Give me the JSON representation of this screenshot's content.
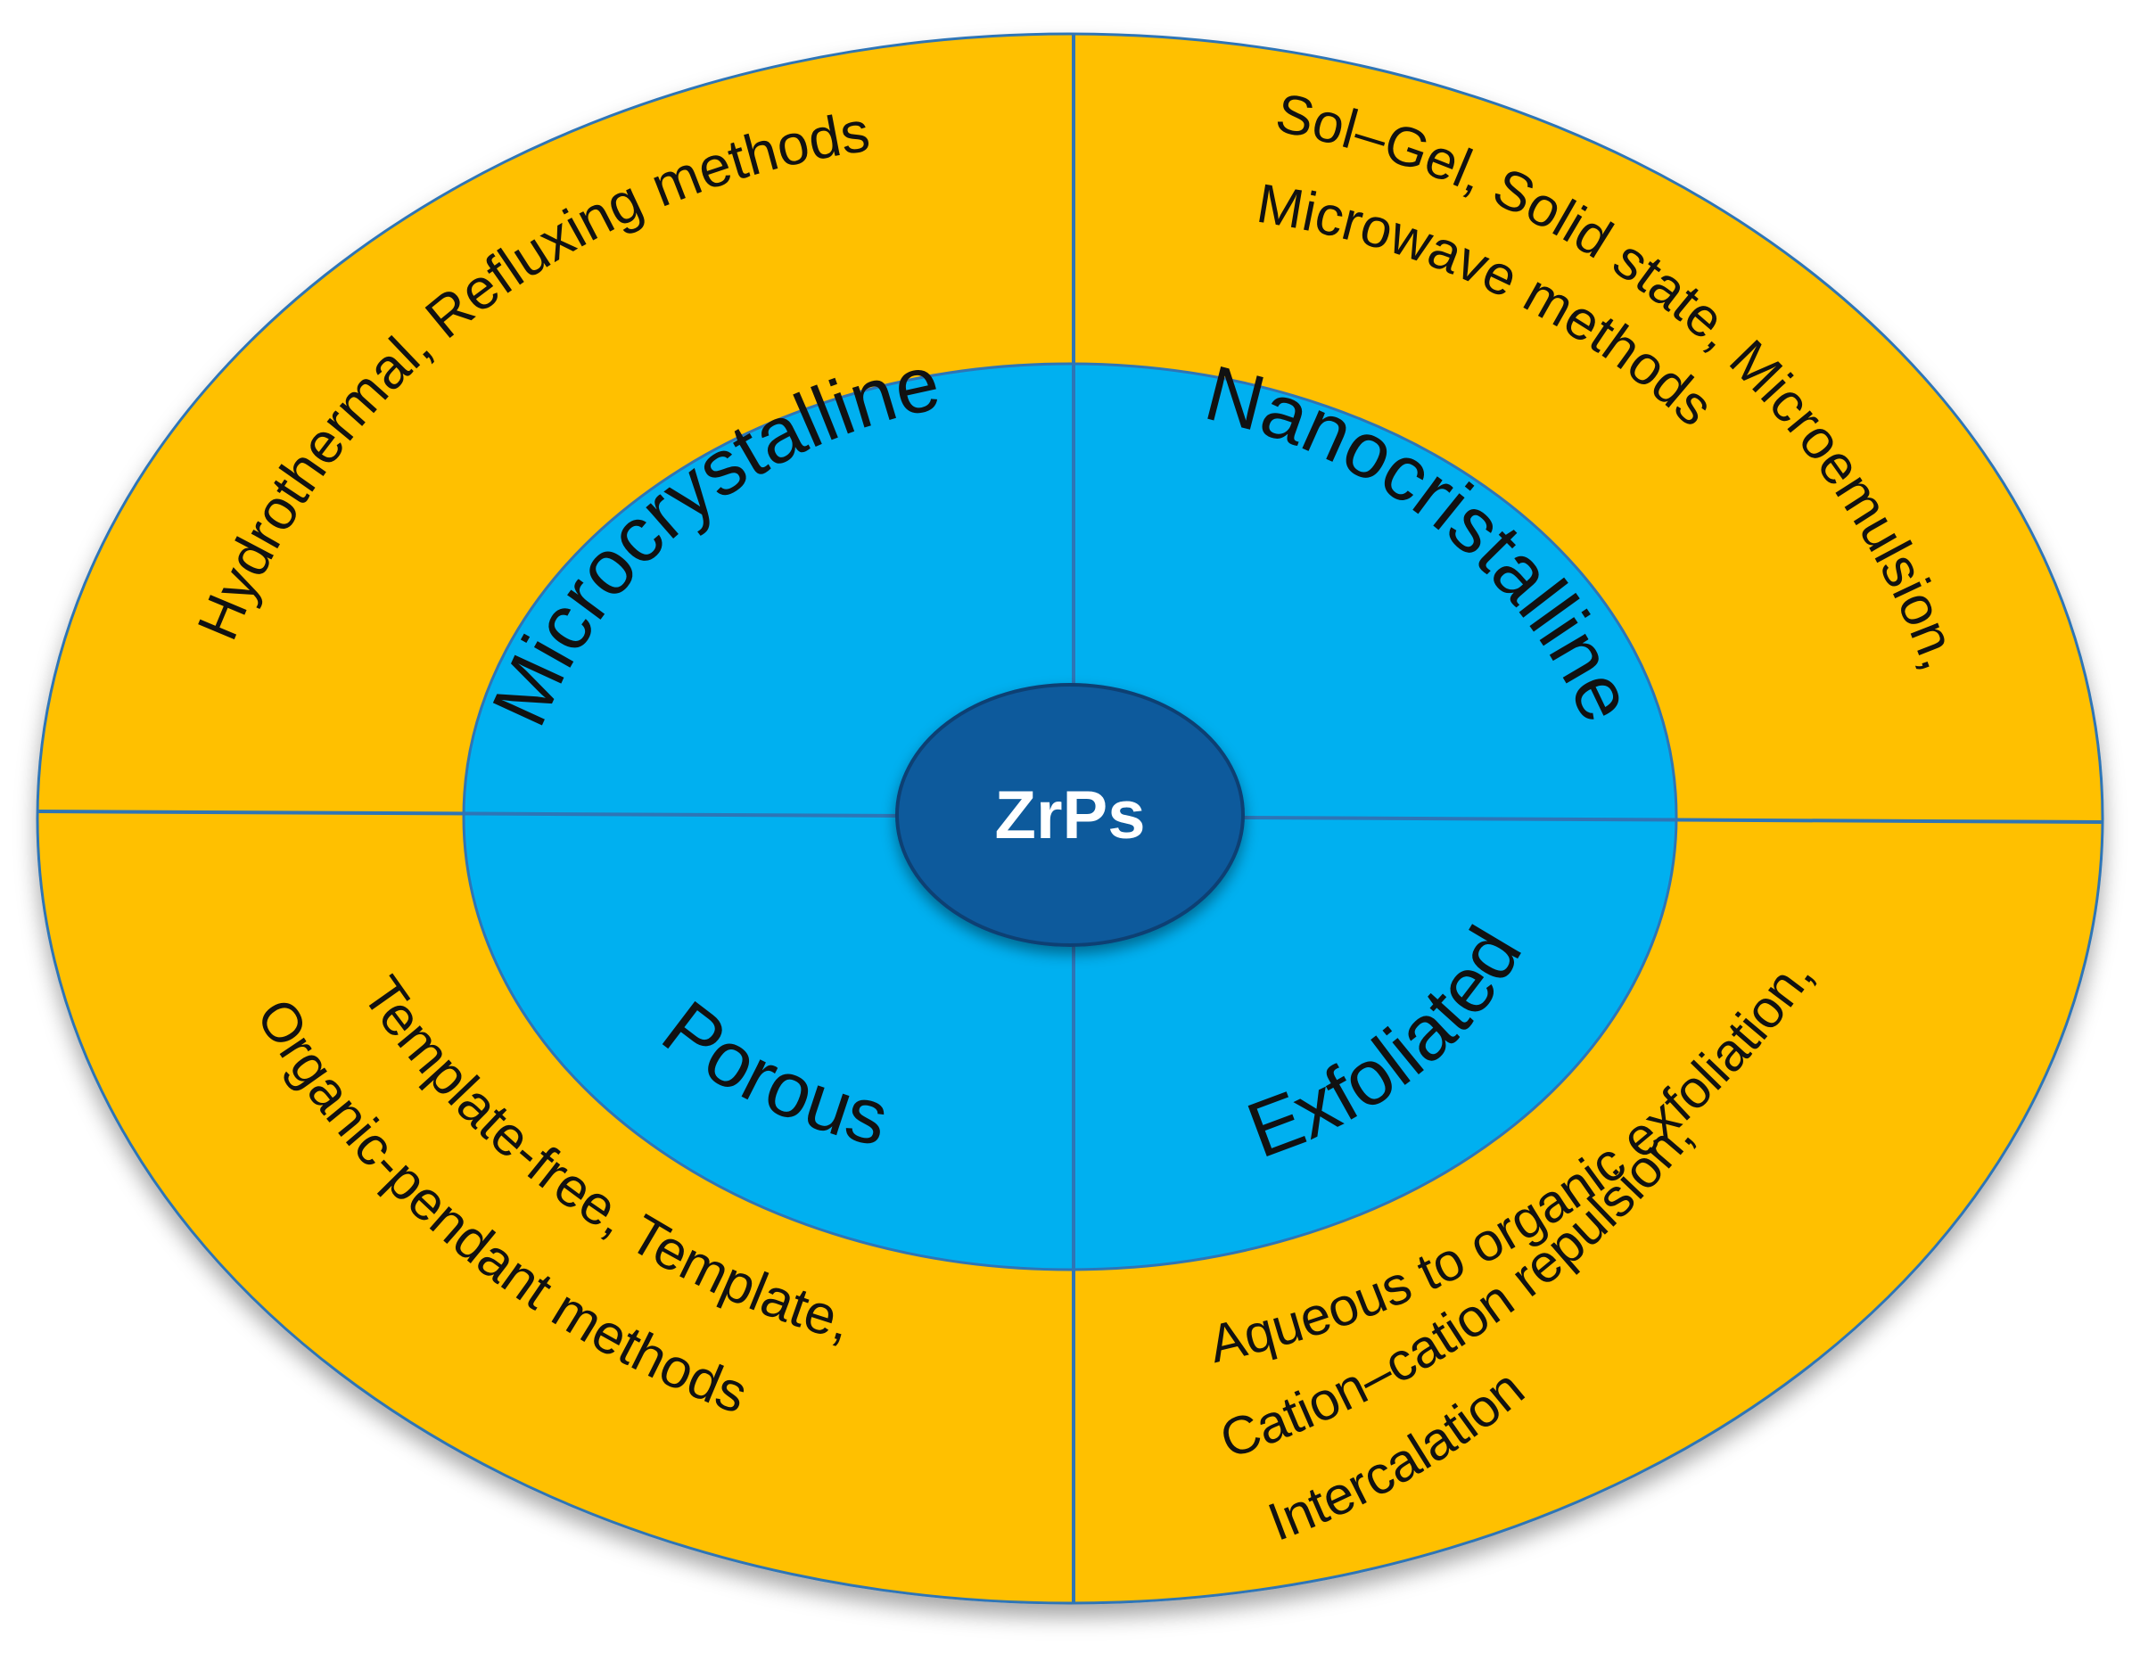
{
  "center": {
    "label": "ZrPs"
  },
  "inner_ring": {
    "top_left": "Microcrystalline",
    "top_right": "Nanocristalline",
    "bottom_left": "Porous",
    "bottom_right": "Exfoliated"
  },
  "outer_ring": {
    "top_left": {
      "line1": "Hydrothermal, Refluxing methods"
    },
    "top_right": {
      "line1": "Sol–Gel, Solid state, Microemulsion,",
      "line2": "Microwave methods"
    },
    "bottom_left": {
      "line1": "Template-free, Template,",
      "line2": "Organic-pendant methods"
    },
    "bottom_right": {
      "line1": "Aqueous to organic exfoliation,",
      "line2": "Cation–cation repulsion,",
      "line3": "Intercalation"
    }
  },
  "colors": {
    "outer_ring_fill": "#FFC000",
    "inner_ring_fill": "#00B0F0",
    "center_fill": "#0A5A9C",
    "divider": "#2E75B6"
  }
}
